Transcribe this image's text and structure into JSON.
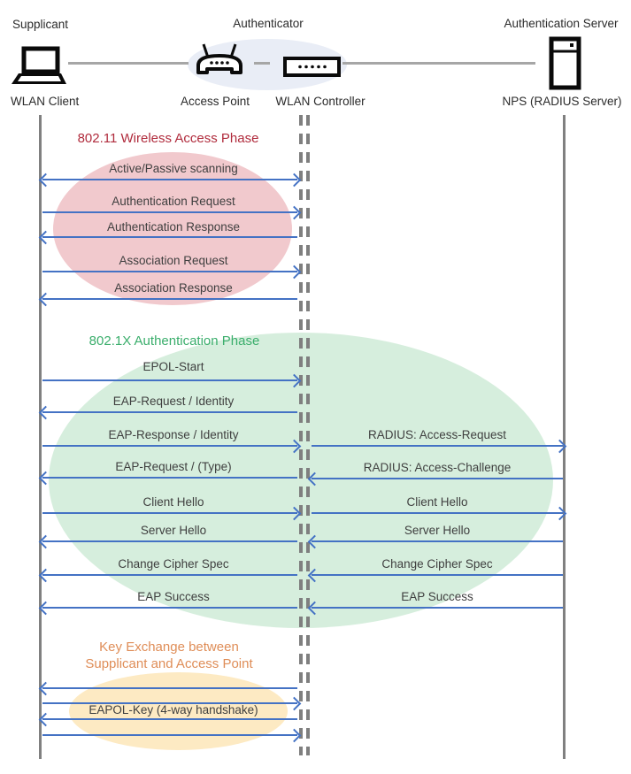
{
  "roles": {
    "supplicant": "Supplicant",
    "authenticator": "Authenticator",
    "auth_server": "Authentication Server"
  },
  "nodes": {
    "client": "WLAN Client",
    "access_point": "Access Point",
    "controller": "WLAN Controller",
    "server": "NPS (RADIUS Server)"
  },
  "icons": {
    "client": "laptop-icon",
    "access_point": "wireless-router-icon",
    "controller": "controller-box-icon",
    "server": "server-tower-icon"
  },
  "phases": {
    "p1": {
      "title": "802.11 Wireless Access Phase",
      "color": "#b02b3c"
    },
    "p2": {
      "title": "802.1X Authentication Phase",
      "color": "#3bae6c"
    },
    "p3": {
      "title_line1": "Key Exchange between",
      "title_line2": "Supplicant and Access Point",
      "color": "#df8d57"
    }
  },
  "messages": {
    "scanning": "Active/Passive scanning",
    "auth_request": "Authentication Request",
    "auth_response": "Authentication Response",
    "assoc_request": "Association Request",
    "assoc_response": "Association Response",
    "epol_start": "EPOL-Start",
    "eap_request_identity": "EAP-Request / Identity",
    "eap_response_identity": "EAP-Response / Identity",
    "radius_access_request": "RADIUS: Access-Request",
    "eap_request_type": "EAP-Request / (Type)",
    "radius_access_challenge": "RADIUS: Access-Challenge",
    "client_hello_left": "Client Hello",
    "client_hello_right": "Client Hello",
    "server_hello_left": "Server Hello",
    "server_hello_right": "Server Hello",
    "change_cipher_left": "Change Cipher Spec",
    "change_cipher_right": "Change Cipher Spec",
    "eap_success_left": "EAP Success",
    "eap_success_right": "EAP Success",
    "eapol_key": "EAPOL-Key (4-way handshake)"
  },
  "colors": {
    "arrow": "#4472c4",
    "lifeline": "#7f7f7f",
    "connector": "#a6a6a6",
    "phase1_bg": "#f1c9cd",
    "phase2_bg": "#d6eedd",
    "phase3_bg": "#fdeac3",
    "authenticator_bg": "#e9edf6",
    "message_text": "#3f3f3f"
  }
}
